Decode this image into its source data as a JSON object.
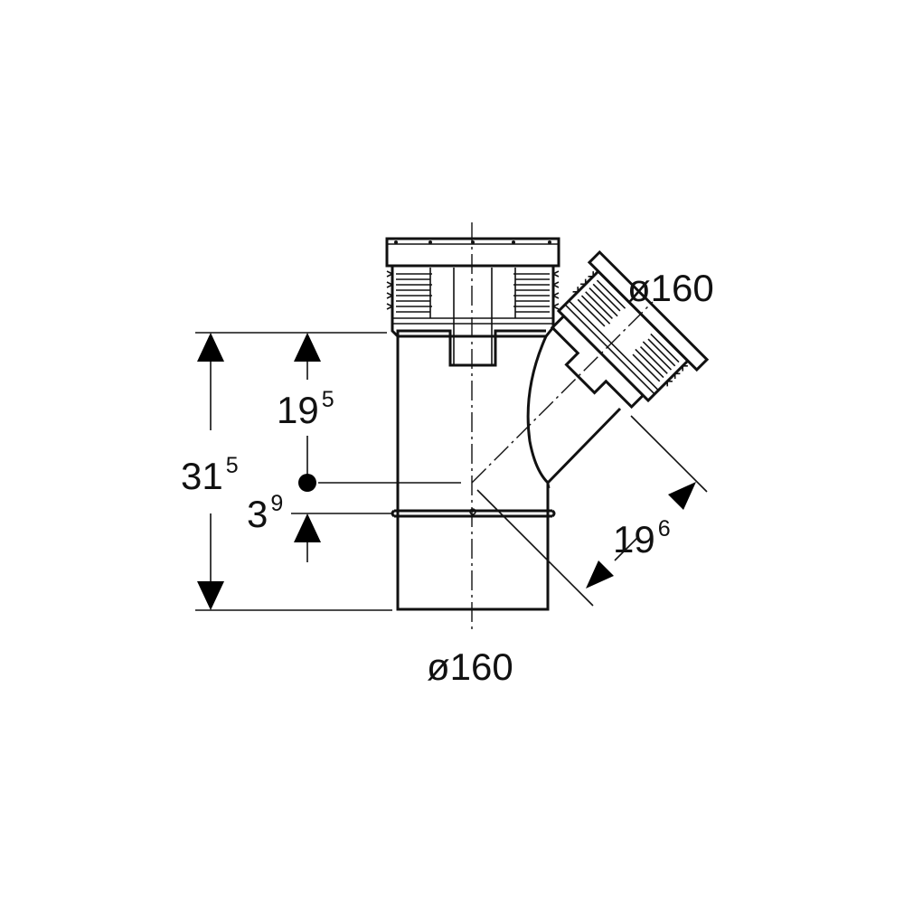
{
  "drawing": {
    "labels": {
      "branch_diameter": "ø160",
      "main_diameter": "ø160",
      "total_height": {
        "main": "31",
        "sup": "5"
      },
      "upper_length": {
        "main": "19",
        "sup": "5"
      },
      "lower_offset": {
        "main": "3",
        "sup": "9"
      },
      "branch_length": {
        "main": "19",
        "sup": "6"
      }
    }
  }
}
